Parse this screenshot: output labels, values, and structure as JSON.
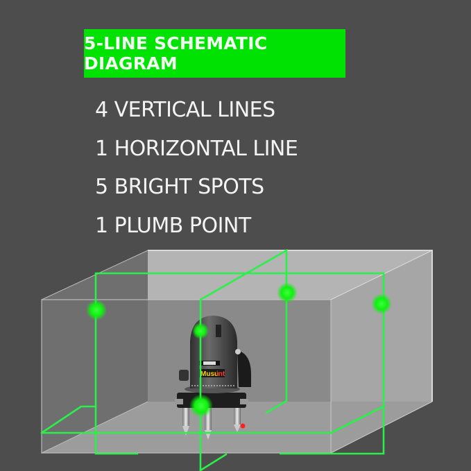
{
  "header": {
    "title": "5-LINE SCHEMATIC DIAGRAM"
  },
  "features": [
    {
      "label": "4 VERTICAL LINES"
    },
    {
      "label": "1 HORIZONTAL LINE"
    },
    {
      "label": "5 BRIGHT SPOTS"
    },
    {
      "label": "1 PLUMB POINT"
    }
  ],
  "device": {
    "brand_label_a": "Musu",
    "brand_label_b": "int"
  },
  "colors": {
    "background": "#4d4d4d",
    "banner": "#00e302",
    "laser": "#22ee44",
    "plumb_point": "#ff2020"
  }
}
